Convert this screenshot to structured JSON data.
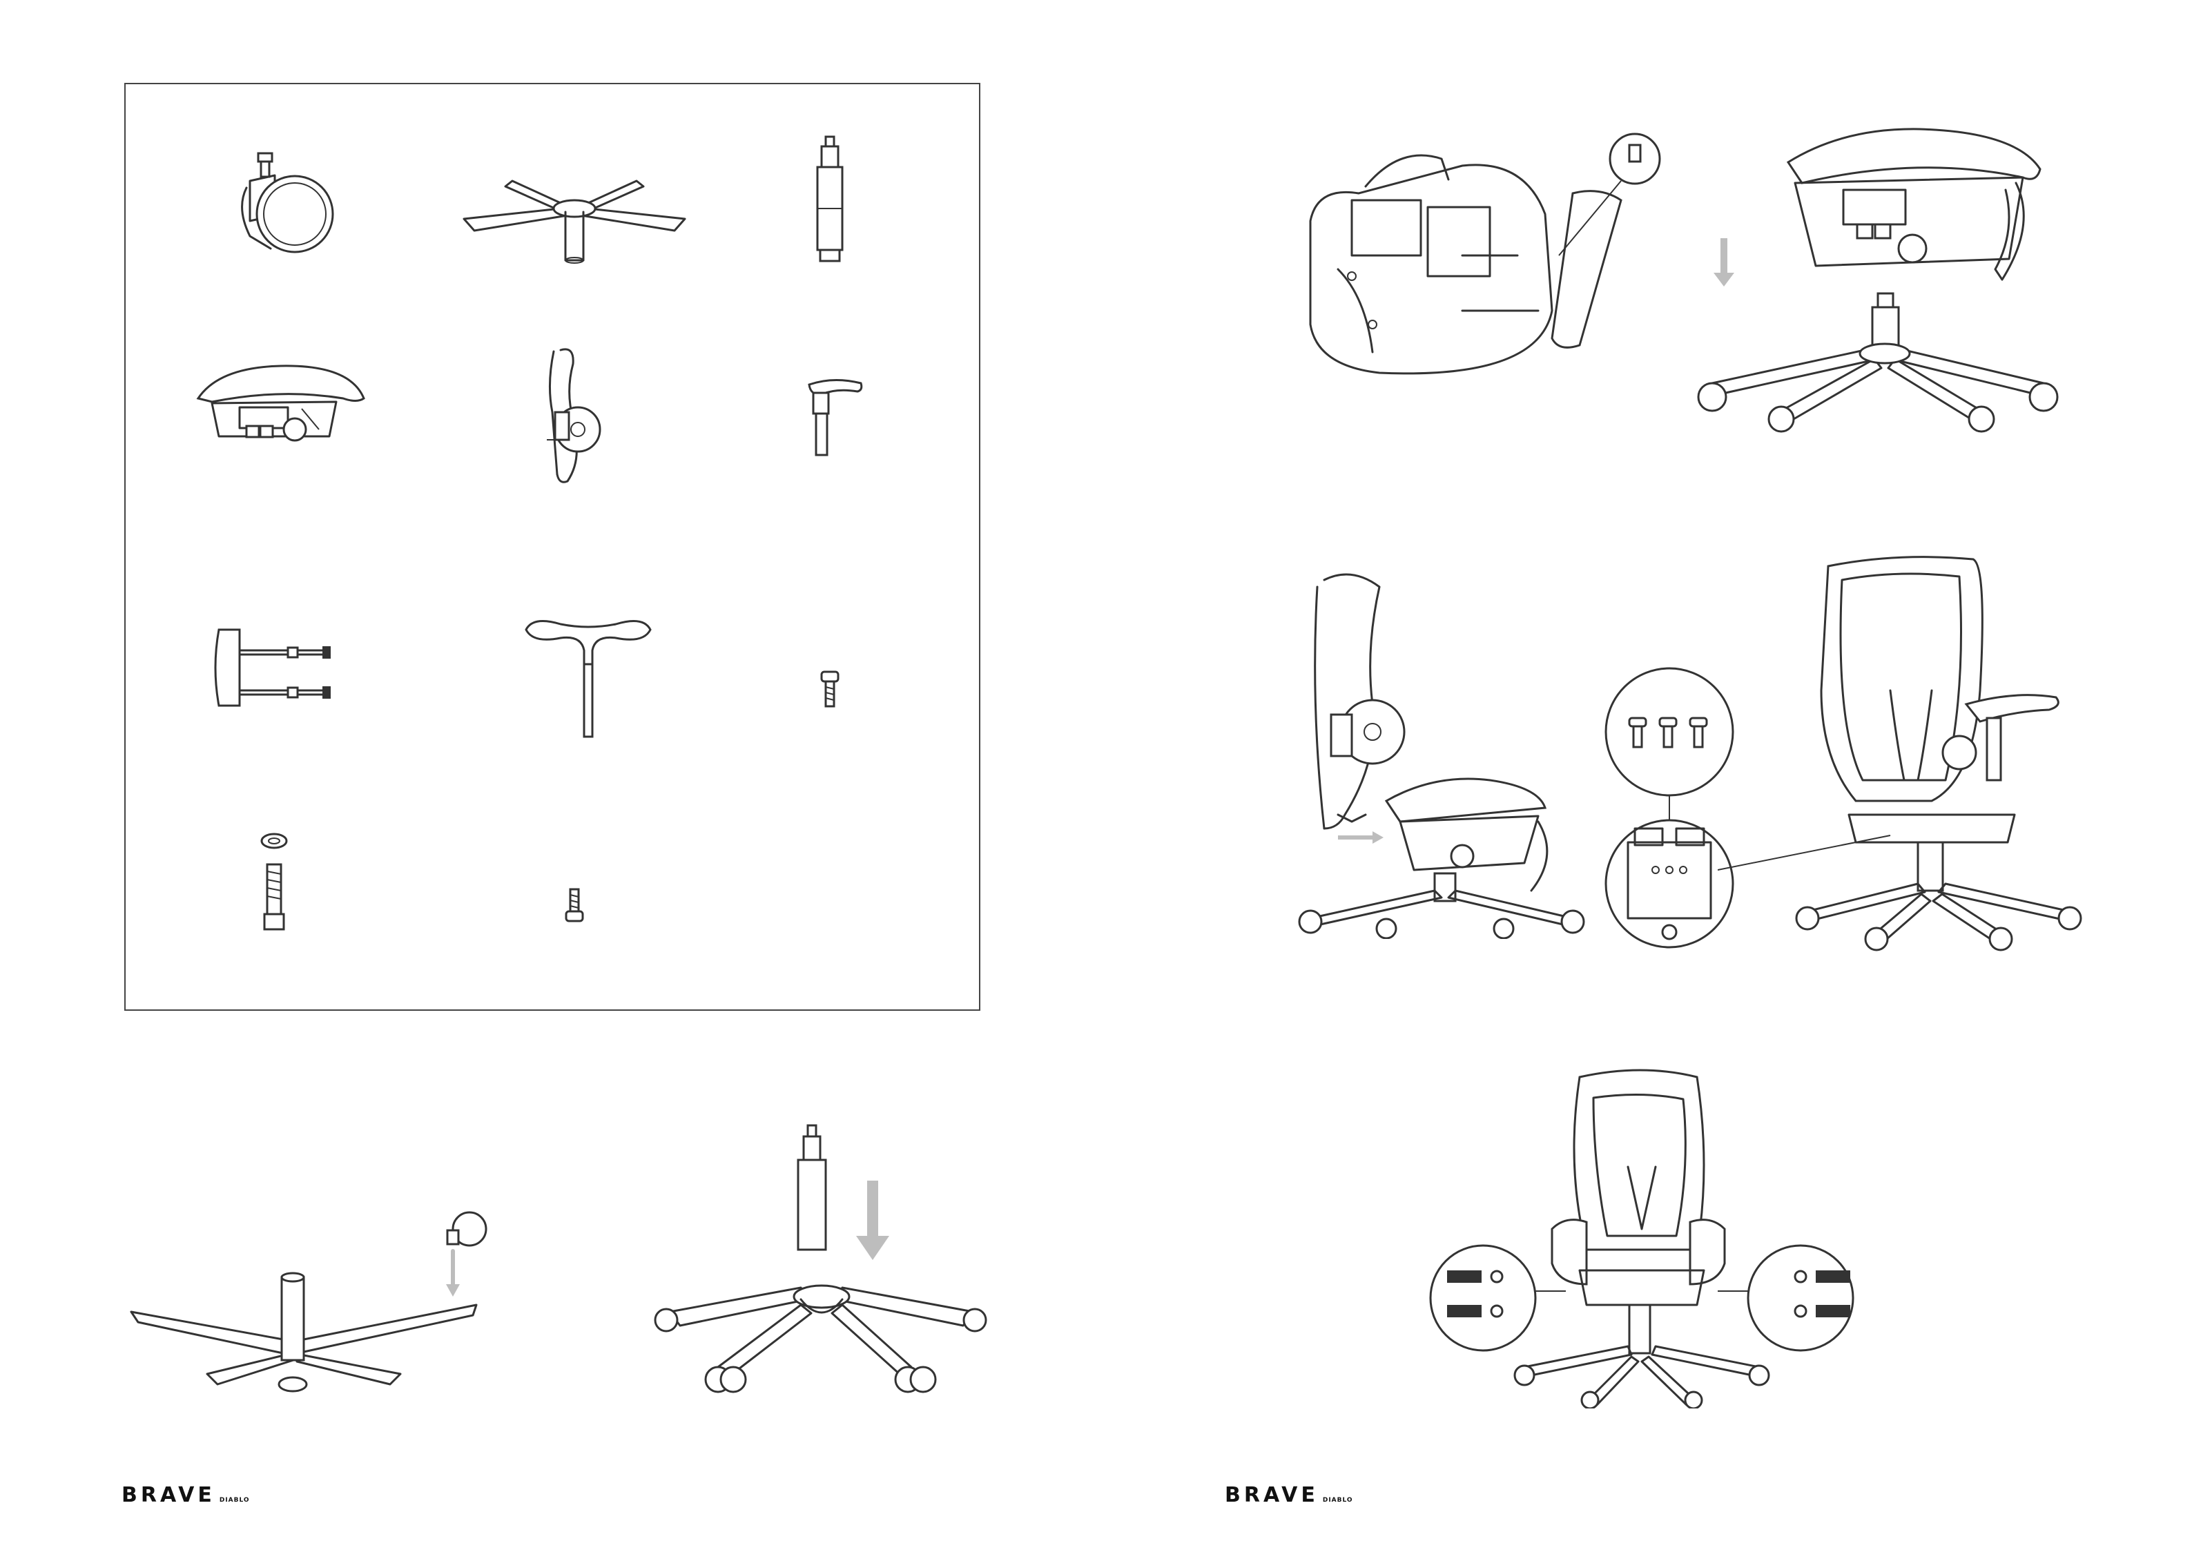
{
  "document": {
    "brand": {
      "name": "BRAVE",
      "by": "DIABLO"
    },
    "left_page": {
      "parts_box": [
        {
          "id": "caster",
          "icon": "caster-wheel-icon"
        },
        {
          "id": "base",
          "icon": "five-star-base-icon"
        },
        {
          "id": "gas-lift",
          "icon": "gas-cylinder-icon"
        },
        {
          "id": "seat",
          "icon": "seat-mechanism-icon"
        },
        {
          "id": "backrest-frame",
          "icon": "backrest-frame-icon"
        },
        {
          "id": "armrest",
          "icon": "armrest-icon"
        },
        {
          "id": "headrest-bracket",
          "icon": "bracket-icon"
        },
        {
          "id": "hex-key",
          "icon": "t-handle-hex-key-icon"
        },
        {
          "id": "short-screw",
          "icon": "screw-icon"
        },
        {
          "id": "long-bolt-washer",
          "icon": "bolt-with-washer-icon"
        },
        {
          "id": "small-screw",
          "icon": "screw-icon"
        }
      ],
      "steps": [
        {
          "id": "step-casters",
          "icon": "insert-casters-into-base-icon"
        },
        {
          "id": "step-gas-lift",
          "icon": "insert-gas-lift-into-base-icon"
        }
      ]
    },
    "right_page": {
      "steps": [
        {
          "id": "step-armrests-to-seat",
          "icon": "attach-armrests-to-seat-icon"
        },
        {
          "id": "step-seat-onto-base",
          "icon": "lower-seat-onto-base-icon"
        },
        {
          "id": "step-backrest-attach",
          "icon": "attach-backrest-icon"
        },
        {
          "id": "step-backrest-screws-detail",
          "icon": "three-screws-detail-icon"
        },
        {
          "id": "step-assembled-side",
          "icon": "assembled-chair-icon"
        },
        {
          "id": "step-rear-bolts",
          "icon": "rear-bolts-detail-icon"
        }
      ]
    },
    "accent_color": "#bdbdbd",
    "line_color": "#333333"
  }
}
